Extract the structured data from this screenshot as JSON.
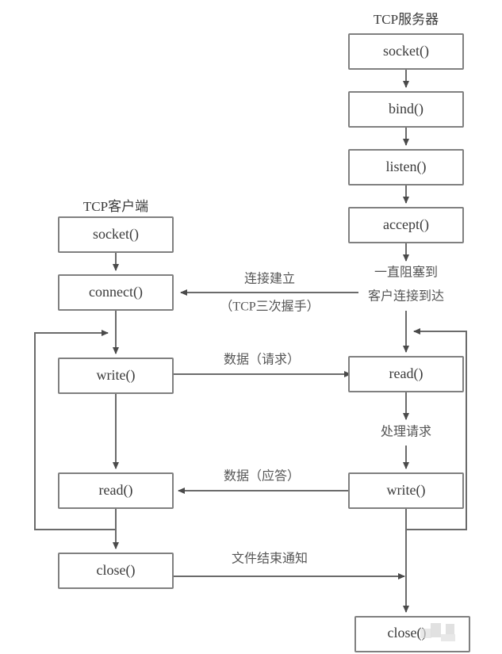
{
  "diagram": {
    "title_client": "TCP客户端",
    "title_server": "TCP服务器",
    "client_nodes": [
      {
        "id": "c-socket",
        "label": "socket()"
      },
      {
        "id": "c-connect",
        "label": "connect()"
      },
      {
        "id": "c-write",
        "label": "write()"
      },
      {
        "id": "c-read",
        "label": "read()"
      },
      {
        "id": "c-close",
        "label": "close()"
      }
    ],
    "server_nodes": [
      {
        "id": "s-socket",
        "label": "socket()"
      },
      {
        "id": "s-bind",
        "label": "bind()"
      },
      {
        "id": "s-listen",
        "label": "listen()"
      },
      {
        "id": "s-accept",
        "label": "accept()"
      },
      {
        "id": "s-read",
        "label": "read()"
      },
      {
        "id": "s-write",
        "label": "write()"
      },
      {
        "id": "s-close",
        "label": "close()"
      }
    ],
    "edge_labels": {
      "connection_top": "连接建立",
      "connection_bottom": "（TCP三次握手）",
      "blocking_top": "一直阻塞到",
      "blocking_bottom": "客户连接到达",
      "data_request": "数据（请求）",
      "process_request": "处理请求",
      "data_response": "数据（应答）",
      "eof_notify": "文件结束通知"
    },
    "colors": {
      "box_stroke": "#808080",
      "line": "#6b6b6b",
      "text": "#3a3a3a",
      "label_text": "#555555",
      "background": "#ffffff"
    }
  }
}
